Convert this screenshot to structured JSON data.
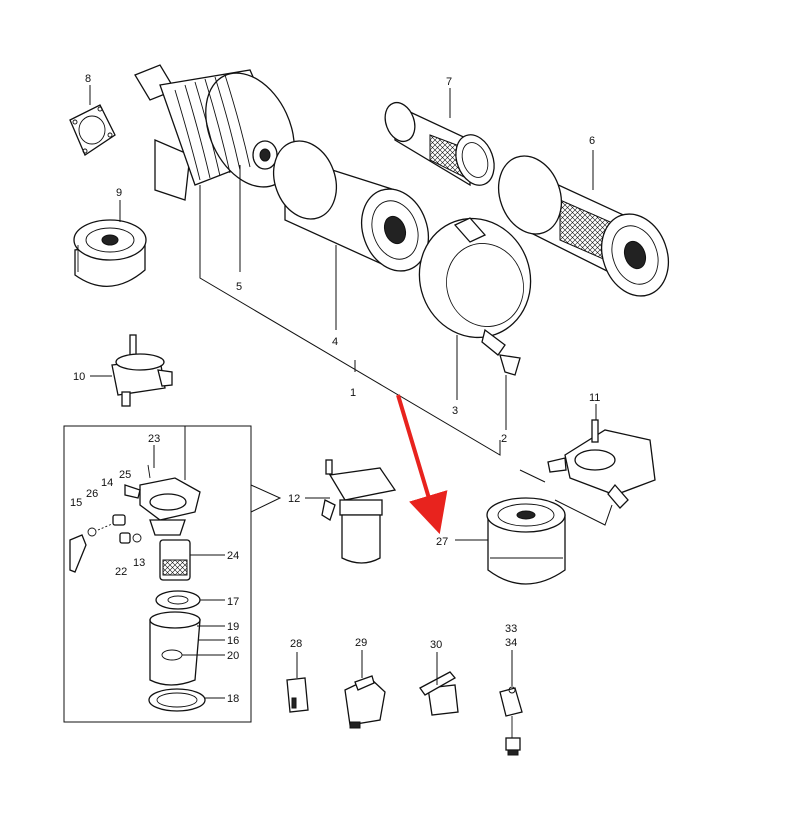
{
  "labels": {
    "p1": "1",
    "p2": "2",
    "p3": "3",
    "p4": "4",
    "p5": "5",
    "p6": "6",
    "p7": "7",
    "p8": "8",
    "p9": "9",
    "p10": "10",
    "p11": "11",
    "p12": "12",
    "p13": "13",
    "p14": "14",
    "p15": "15",
    "p16": "16",
    "p17": "17",
    "p18": "18",
    "p19": "19",
    "p20": "20",
    "p22": "22",
    "p23": "23",
    "p24": "24",
    "p25": "25",
    "p26": "26",
    "p27": "27",
    "p28": "28",
    "p29": "29",
    "p30": "30",
    "p33": "33",
    "p34": "34"
  },
  "colors": {
    "line": "#111111",
    "arrow": "#e8231e",
    "background": "#ffffff"
  }
}
